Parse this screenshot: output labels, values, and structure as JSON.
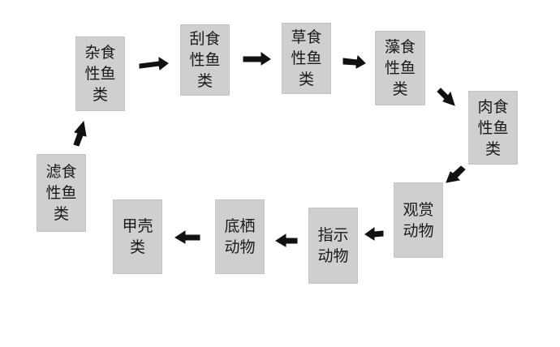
{
  "nodes": [
    {
      "id": "n1",
      "label": "杂食性鱼类"
    },
    {
      "id": "n2",
      "label": "刮食性鱼类"
    },
    {
      "id": "n3",
      "label": "草食性鱼类"
    },
    {
      "id": "n4",
      "label": "藻食性鱼类"
    },
    {
      "id": "n5",
      "label": "肉食性鱼类"
    },
    {
      "id": "n6",
      "label": "观赏动物"
    },
    {
      "id": "n7",
      "label": "指示动物"
    },
    {
      "id": "n8",
      "label": "底栖动物"
    },
    {
      "id": "n9",
      "label": "甲壳类"
    },
    {
      "id": "n10",
      "label": "滤食性鱼类"
    }
  ],
  "edges": [
    {
      "from": "n1",
      "to": "n2"
    },
    {
      "from": "n2",
      "to": "n3"
    },
    {
      "from": "n3",
      "to": "n4"
    },
    {
      "from": "n4",
      "to": "n5"
    },
    {
      "from": "n5",
      "to": "n6"
    },
    {
      "from": "n6",
      "to": "n7"
    },
    {
      "from": "n7",
      "to": "n8"
    },
    {
      "from": "n8",
      "to": "n9"
    },
    {
      "from": "n10",
      "to": "n1"
    }
  ],
  "colors": {
    "node_fill": "#cfcfcf",
    "arrow": "#111111",
    "text": "#1a1a1a"
  }
}
